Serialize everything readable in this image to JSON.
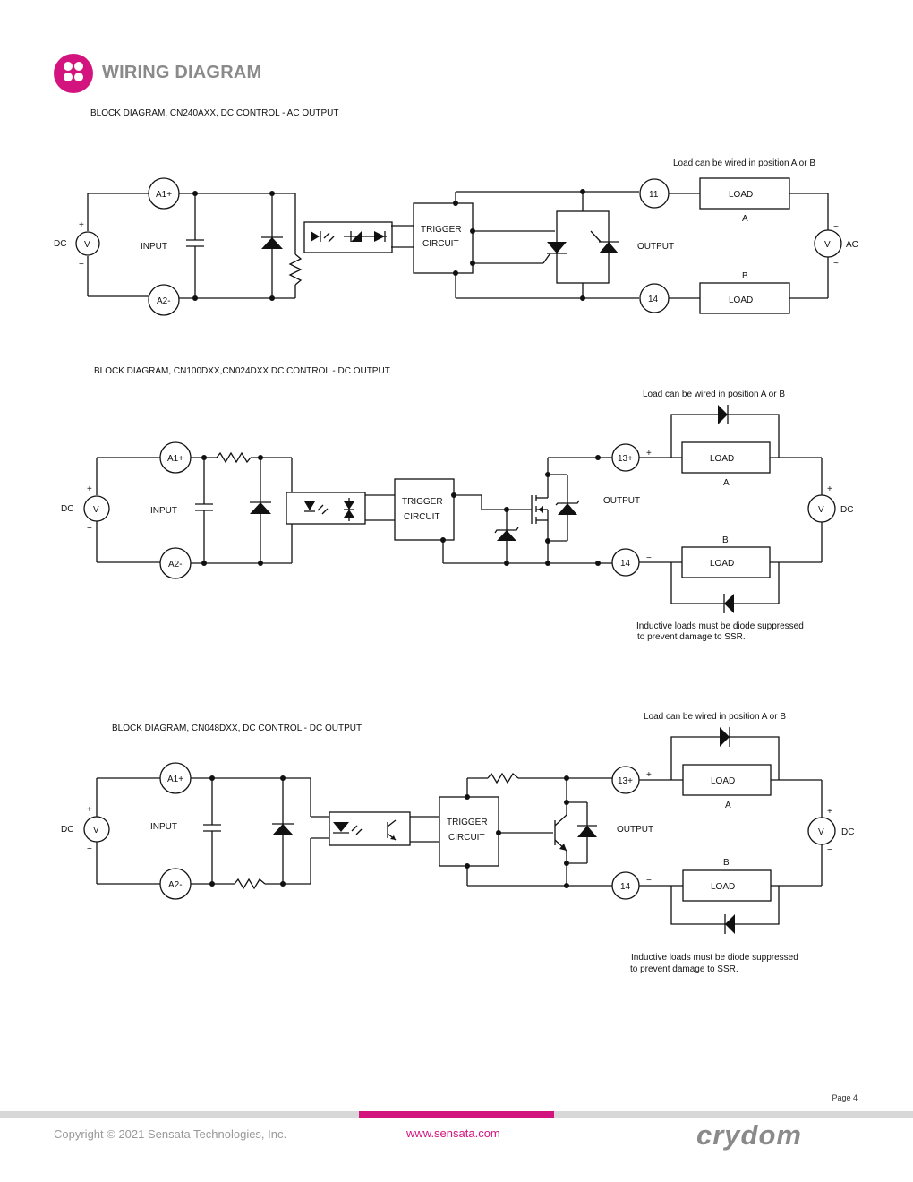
{
  "header": {
    "title": "WIRING DIAGRAM"
  },
  "diagrams": [
    {
      "caption": "BLOCK DIAGRAM, CN240AXX, DC CONTROL - AC OUTPUT",
      "note": "Load can be wired in position A or B",
      "dc": "DC",
      "v_in": "V",
      "plus": "+",
      "minus": "−",
      "input": "INPUT",
      "a1": "A1+",
      "a2": "A2-",
      "trigger1": "TRIGGER",
      "trigger2": "CIRCUIT",
      "output": "OUTPUT",
      "t_top": "11",
      "t_bot": "14",
      "load_a": "LOAD",
      "load_b": "LOAD",
      "pos_a": "A",
      "pos_b": "B",
      "v_out": "V",
      "out_src": "AC",
      "tilde": "~"
    },
    {
      "caption": "BLOCK DIAGRAM, CN100DXX,CN024DXX  DC CONTROL - DC OUTPUT",
      "note": "Load can be wired in position A or B",
      "dc": "DC",
      "v_in": "V",
      "plus": "+",
      "minus": "−",
      "input": "INPUT",
      "a1": "A1+",
      "a2": "A2-",
      "trigger1": "TRIGGER",
      "trigger2": "CIRCUIT",
      "output": "OUTPUT",
      "t_top": "13+",
      "t_bot": "14",
      "load_a": "LOAD",
      "load_b": "LOAD",
      "pos_a": "A",
      "pos_b": "B",
      "v_out": "V",
      "out_src": "DC",
      "warn1": "Inductive loads must be diode suppressed",
      "warn2": "to prevent damage to SSR."
    },
    {
      "caption": "BLOCK DIAGRAM, CN048DXX,  DC CONTROL - DC OUTPUT",
      "note": "Load can be wired in position A or B",
      "dc": "DC",
      "v_in": "V",
      "plus": "+",
      "minus": "−",
      "input": "INPUT",
      "a1": "A1+",
      "a2": "A2-",
      "trigger1": "TRIGGER",
      "trigger2": "CIRCUIT",
      "output": "OUTPUT",
      "t_top": "13+",
      "t_bot": "14",
      "load_a": "LOAD",
      "load_b": "LOAD",
      "pos_a": "A",
      "pos_b": "B",
      "v_out": "V",
      "out_src": "DC",
      "warn1": "Inductive loads must be diode suppressed",
      "warn2": "to prevent damage to SSR."
    }
  ],
  "footer": {
    "page": "Page 4",
    "copyright": "Copyright © 2021 Sensata Technologies, Inc.",
    "url": "www.sensata.com",
    "brand": "crydom"
  },
  "colors": {
    "accent": "#d3147f",
    "gray": "#8a8a8a"
  },
  "icons": [
    "logo-icon",
    "voltage-source-icon",
    "diode-icon",
    "capacitor-icon",
    "resistor-icon",
    "optocoupler-icon",
    "scr-icon",
    "mosfet-icon",
    "transistor-icon",
    "zener-diode-icon"
  ]
}
